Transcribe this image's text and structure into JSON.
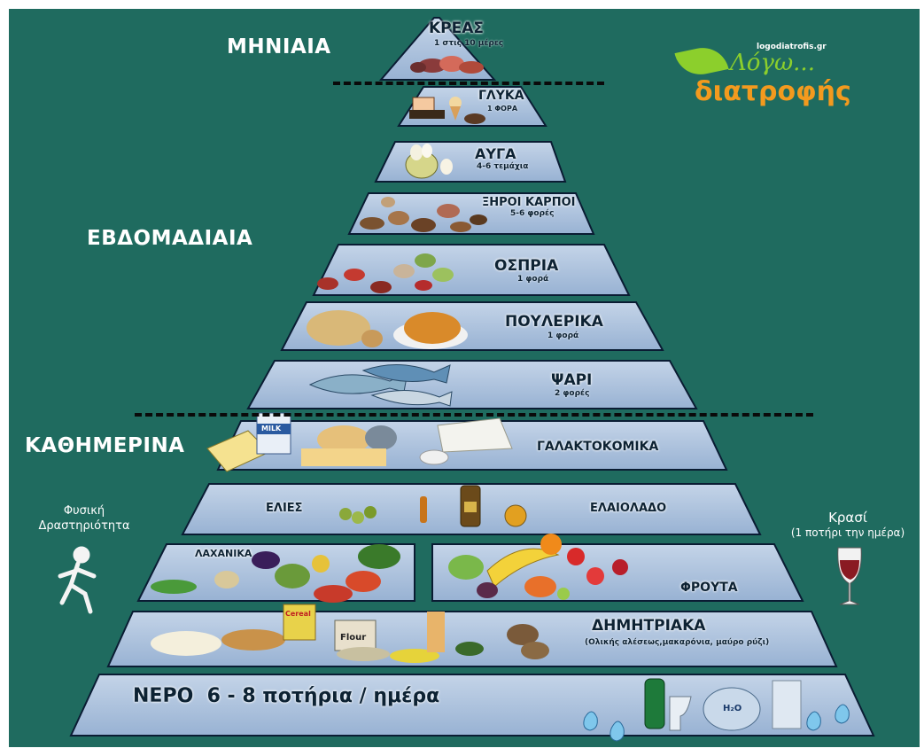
{
  "frequency_labels": {
    "monthly": "ΜΗΝΙΑΙΑ",
    "weekly": "ΕΒΔΟΜΑΔΙΑΙΑ",
    "daily": "ΚΑΘΗΜΕΡΙΝΑ"
  },
  "tiers": {
    "meat": {
      "label": "ΚΡΕΑΣ",
      "sub": "1 στις 10 μέρες"
    },
    "sweets": {
      "label": "ΓΛΥΚΑ",
      "sub": "1 ΦΟΡΑ"
    },
    "eggs": {
      "label": "ΑΥΓΑ",
      "sub": "4-6 τεμάχια"
    },
    "nuts": {
      "label": "ΞΗΡΟΙ ΚΑΡΠΟΙ",
      "sub": "5-6 φορές"
    },
    "legumes": {
      "label": "ΟΣΠΡΙΑ",
      "sub": "1 φορά"
    },
    "poultry": {
      "label": "ΠΟΥΛΕΡΙΚΑ",
      "sub": "1 φορά"
    },
    "fish": {
      "label": "ΨΑΡΙ",
      "sub": "2 φορές"
    },
    "dairy": {
      "label": "ΓΑΛΑΚΤΟΚΟΜΙΚΑ"
    },
    "olives": {
      "label": "ΕΛΙΕΣ"
    },
    "olive_oil": {
      "label": "ΕΛΑΙΟΛΑΔΟ"
    },
    "vegetables": {
      "label": "ΛΑΧΑΝΙΚΑ"
    },
    "fruits": {
      "label": "ΦΡΟΥΤΑ"
    },
    "cereals": {
      "label": "ΔΗΜΗΤΡΙΑΚΑ",
      "sub": "(Ολικής αλέσεως,μακαρόνια, μαύρο ρύζι)"
    },
    "water": {
      "label": "ΝΕΡΟ  6 - 8 ποτήρια / ημέρα"
    }
  },
  "side_notes": {
    "activity_line1": "Φυσική",
    "activity_line2": "Δραστηριότητα",
    "wine_line1": "Κρασί",
    "wine_line2": "(1 ποτήρι την ημέρα)"
  },
  "logo": {
    "url_text": "logodiatrofis.gr",
    "line1": "Λόγω...",
    "line2": "διατροφής"
  },
  "package_labels": {
    "milk": "MILK",
    "cereal": "Cereal",
    "flour": "Flour",
    "water_jug": "H₂O"
  },
  "colors": {
    "background": "#1f6b5f",
    "tier_fill": "#a9c1dd",
    "tier_stroke": "#0a1c33",
    "text_dark": "#0d2233",
    "frequency_text": "#ffffff",
    "logo_green": "#8ccf2c",
    "logo_orange": "#f39a1e",
    "water_drop": "#7fc7ec"
  }
}
